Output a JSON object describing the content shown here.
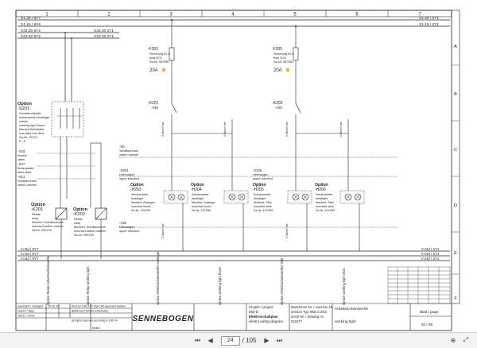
{
  "frame": {
    "columns": [
      "1",
      "2",
      "3",
      "4",
      "5",
      "6",
      "7"
    ],
    "rows": [
      "A",
      "B",
      "C",
      "D",
      "E",
      "F"
    ]
  },
  "rails": {
    "top": [
      {
        "left": "X1.30 / 9Y7",
        "right": "X1.30 / 2Y1"
      },
      {
        "left": "X1.15 / 9Y5",
        "right": "X1.15 / 2Y1"
      },
      {
        "left": "X33.30 9Y2",
        "right": "X33.30 2Y1"
      },
      {
        "left": "X23.32 9Y2",
        "right": "X23.32 2Y1"
      }
    ],
    "bottom": [
      {
        "left": "m.Nd / 9Y7",
        "right": "m.Nd / 2Y1"
      },
      {
        "left": "m.Nd / 9Y7",
        "right": "m.Nd / 2Y1"
      },
      {
        "left": "m.Nd / 9Y7",
        "right": "m.Nd / 2Y1"
      }
    ]
  },
  "switch": {
    "option": "Option",
    "tag": "-S201",
    "lines": [
      "Schalter Arbeits-",
      "scheinwerfer Ausleger",
      "switch",
      "working light boom",
      "Monteit Stahltrake",
      "mounted roof door",
      "Sa-Nr. 19Y21",
      "0 - 6"
    ]
  },
  "fuses": [
    {
      "tag": "-F203",
      "lines": [
        "Sicherung 20 A",
        "fuse 20 A",
        "Sa-Nr. 067085"
      ],
      "rating": "20A"
    },
    {
      "tag": "-F205",
      "lines": [
        "Sicherung 20 A",
        "fuse 20 A",
        "Sa-Nr. 067085"
      ],
      "rating": "20A"
    }
  ],
  "relays": [
    {
      "option": "Option",
      "tag": "-K201",
      "lines": [
        "Relais",
        "relay",
        "Montiert: Schaltschrank",
        "mounted switch cabinet",
        "Sa-Nr. 009Y29"
      ],
      "coil": "-K201 Relais Arbeitsscheinwerfer"
    },
    {
      "option": "Option",
      "tag": "-K202",
      "lines": [
        "Relais",
        "relay",
        "Montiert: Schaltschrank",
        "mounted switch cabinet",
        "Sa-Nr. 009Y29"
      ],
      "coil": "-K202 Relay working light"
    }
  ],
  "contacts": [
    {
      "tag": "-K201",
      "sub": "+/20"
    },
    {
      "tag": "-K202",
      "sub": "+/20"
    }
  ],
  "left_labels": [
    "-X33",
    "Kabine",
    "cabin",
    "-X37",
    "Bodenplatte",
    "base plate",
    "-X21",
    "Schaltschrank",
    "switch cabinet"
  ],
  "sections": [
    {
      "top": "-X6",
      "lines": [
        "Schaltschrank",
        "switch cabinet"
      ]
    },
    {
      "top": "-X203",
      "lines": [
        "Uberwagen",
        "upper structure"
      ]
    },
    {
      "top": "-X205",
      "lines": [
        "Uberwagen",
        "upper structure"
      ]
    },
    {
      "top": "-X26",
      "lines": [
        "Uberwagen",
        "upper structure"
      ]
    }
  ],
  "lamps": [
    {
      "option": "Option",
      "tag": "-H203",
      "lines": [
        "Scheinwerfer",
        "headlight",
        "Montiert: Ausleger",
        "mounted boom",
        "Sa-Nr. 19Y099"
      ]
    },
    {
      "option": "Option",
      "tag": "-H204",
      "lines": [
        "Scheinwerfer",
        "headlight",
        "Montiert: Ausleger",
        "mounted boom",
        "Sa-Nr. 19Y099"
      ]
    },
    {
      "option": "Option",
      "tag": "-H205",
      "lines": [
        "Scheinwerfer",
        "headlight",
        "Montiert: Stiel",
        "mounted stick",
        "Sa-Nr. 19Y099"
      ]
    },
    {
      "option": "Option",
      "tag": "-H206",
      "lines": [
        "Scheinwerfer",
        "headlight",
        "Montiert: Stiel",
        "mounted stick",
        "Sa-Nr. 19Y099"
      ]
    }
  ],
  "wire_labels": [
    "2.5mm² ws",
    "2.5mm² ws",
    "2.5mm² ws",
    "2.5mm² ws",
    "2.5mm² ws",
    "2.5mm² ws"
  ],
  "bottom_texts": [
    "Option Relais Arbeitsscheinwerfer",
    "Option Relay working light",
    "Option Arbeitsscheinwerfer Ausleger",
    "Option working light boom",
    "Option Arbeitsscheinwerfer Stiel",
    "Option working light stick"
  ],
  "title_block": {
    "left_rows": [
      "Geandert / changed",
      "Datum / date",
      "Name / name"
    ],
    "rev_date": "20.02.16",
    "rev_note1": "Ansi vor Daw 100 Stel CAD geandert werden",
    "rev_note2": "Bleibt nach DIN IN vorbehalten",
    "rights": "all rights reserved according to DIN 34",
    "index": "Index",
    "logo": "SENNEBOGEN",
    "project_lines": [
      "Projekt / project",
      "860-D",
      "Elektroschaltplan",
      "electro wiring diagram"
    ],
    "machine_lines": [
      "Maschinen-Nr. / machine-Nr.",
      "Version Typ: 860.0.1002",
      "Zeich-Nr. / drawing no",
      "516477"
    ],
    "desc_lines": [
      "Arbeitsscheinwerfer",
      "working light"
    ],
    "sheet_label": "Blatt / page",
    "sheet_value": "20 / 85"
  },
  "viewer": {
    "page_current": "24",
    "page_total": "/ 105"
  }
}
